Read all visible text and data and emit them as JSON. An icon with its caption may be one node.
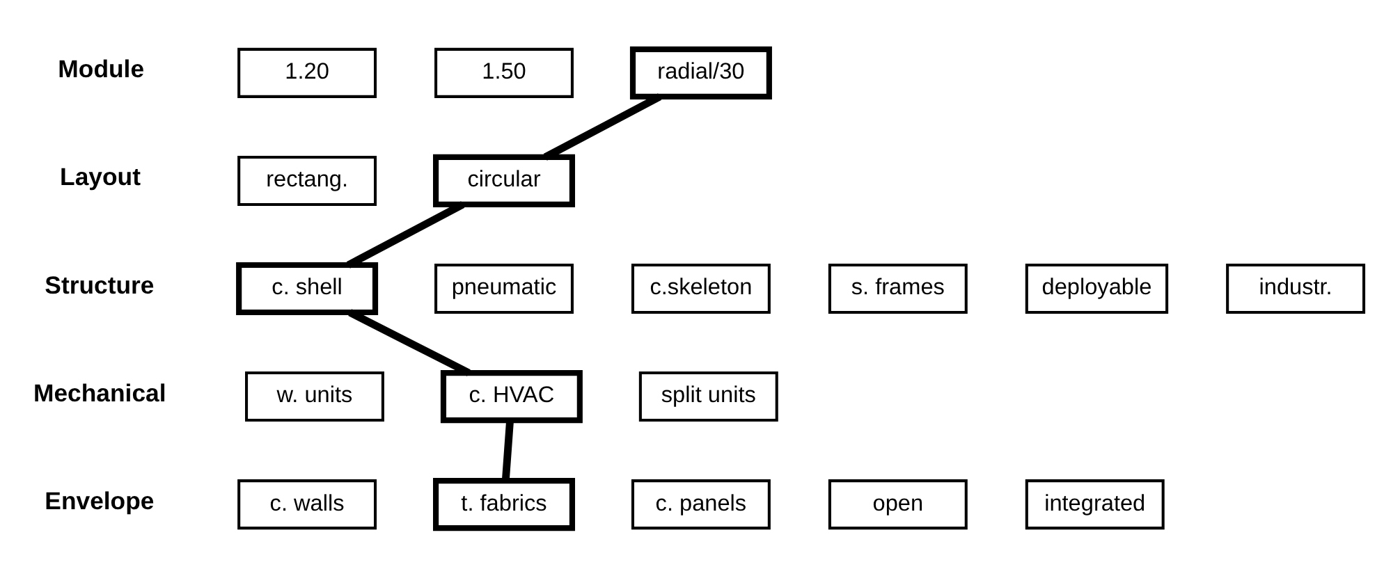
{
  "diagram": {
    "nodes": [
      {
        "text": [
          "1.20"
        ]
      },
      {
        "text": [
          "1.50"
        ]
      },
      {
        "text": [
          "radial/30"
        ]
      },
      {
        "text": [
          "rectang."
        ]
      },
      {
        "text": [
          "circular"
        ]
      },
      {
        "text": [
          "c. shell"
        ]
      },
      {
        "text": [
          "pneumatic"
        ]
      },
      {
        "text": [
          "c.skeleton"
        ]
      },
      {
        "text": [
          "s. frames"
        ]
      },
      {
        "text": [
          "deployable"
        ]
      },
      {
        "text": [
          "industr."
        ]
      },
      {
        "text": [
          "w. units"
        ]
      },
      {
        "text": [
          "c. HVAC"
        ]
      },
      {
        "text": [
          "split units"
        ]
      },
      {
        "text": [
          "c. walls"
        ]
      },
      {
        "text": [
          "t. fabrics"
        ]
      },
      {
        "text": [
          "c. panels"
        ]
      },
      {
        "text": [
          "open"
        ]
      },
      {
        "text": [
          "integrated"
        ]
      }
    ],
    "edges": [
      {
        "from": 2,
        "to": 4,
        "arrow": "none"
      },
      {
        "from": 4,
        "to": 5,
        "arrow": "none"
      },
      {
        "from": 5,
        "to": 12,
        "arrow": "none"
      },
      {
        "from": 12,
        "to": 15,
        "arrow": "none"
      }
    ],
    "labels": [
      "Module",
      "Layout",
      "Structure",
      "Mechanical",
      "Envelope"
    ]
  }
}
